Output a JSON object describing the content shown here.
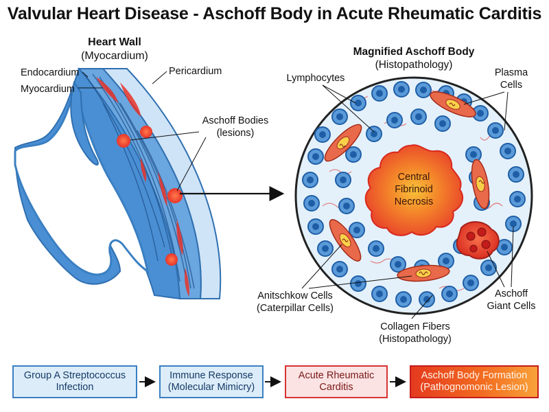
{
  "title": "Valvular Heart Disease - Aschoff Body in Acute Rheumatic Carditis",
  "left_panel": {
    "heading": "Heart Wall",
    "subheading": "(Myocardium)",
    "labels": {
      "endocardium": "Endocardium",
      "myocardium": "Myocardium",
      "pericardium": "Pericardium",
      "aschoff_bodies_line1": "Aschoff Bodies",
      "aschoff_bodies_line2": "(lesions)"
    }
  },
  "right_panel": {
    "heading": "Magnified Aschoff Body",
    "subheading": "(Histopathology)",
    "center_line1": "Central",
    "center_line2": "Fibrinoid",
    "center_line3": "Necrosis",
    "labels": {
      "lymphocytes": "Lymphocytes",
      "plasma_line1": "Plasma",
      "plasma_line2": "Cells",
      "anitschkow_line1": "Anitschkow Cells",
      "anitschkow_line2": "(Caterpillar Cells)",
      "collagen_line1": "Collagen Fibers",
      "collagen_line2": "(Histopathology)",
      "giant_line1": "Aschoff",
      "giant_line2": "Giant Cells"
    }
  },
  "flow": [
    {
      "line1": "Group A Streptococcus",
      "line2": "Infection"
    },
    {
      "line1": "Immune Response",
      "line2": "(Molecular Mimicry)"
    },
    {
      "line1": "Acute Rheumatic",
      "line2": "Carditis"
    },
    {
      "line1": "Aschoff Body Formation",
      "line2": "(Pathognomonic Lesion)"
    }
  ],
  "colors": {
    "tissue_blue": "#4a90d6",
    "tissue_light": "#cfe4f7",
    "lesion_red": "#e8342a",
    "necrosis_orange": "#f26522",
    "cell_blue": "#2d6fb8"
  }
}
